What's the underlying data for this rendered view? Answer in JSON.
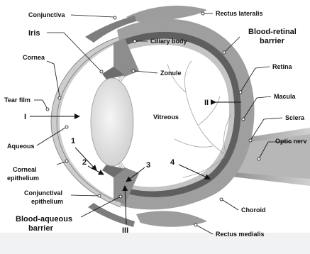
{
  "labels": {
    "conjunctiva": "Conjunctiva",
    "iris": "Iris",
    "cornea": "Cornea",
    "tear_film": "Tear film",
    "aqueous": "Aqueous",
    "corneal_epithelium_l1": "Corneal",
    "corneal_epithelium_l2": "epithelium",
    "conjunctival_epithelium_l1": "Conjunctival",
    "conjunctival_epithelium_l2": "epithelium",
    "blood_aqueous_l1": "Blood-aqueous",
    "blood_aqueous_l2": "barrier",
    "rectus_lateralis": "Rectus lateralis",
    "ciliary_body": "Ciliary body",
    "blood_retinal_l1": "Blood-retinal",
    "blood_retinal_l2": "barrier",
    "zonule": "Zonule",
    "retina": "Retina",
    "vitreous": "Vitreous",
    "macula": "Macula",
    "sclera": "Sclera",
    "optic_nerve": "Optic nerv",
    "choroid": "Choroid",
    "rectus_medialis": "Rectus medialis"
  },
  "route_markers": {
    "I": "I",
    "II": "II",
    "III": "III",
    "n1": "1",
    "n2": "2",
    "n3": "3",
    "n4": "4"
  },
  "colors": {
    "background": "#ffffff",
    "bottom_band": "#f1f2f4",
    "tissue_dark": "#6e6e6e",
    "tissue_mid": "#a8a8a8",
    "tissue_light": "#d9d9d9",
    "lens": "#e6e6e6",
    "line": "#111111"
  }
}
